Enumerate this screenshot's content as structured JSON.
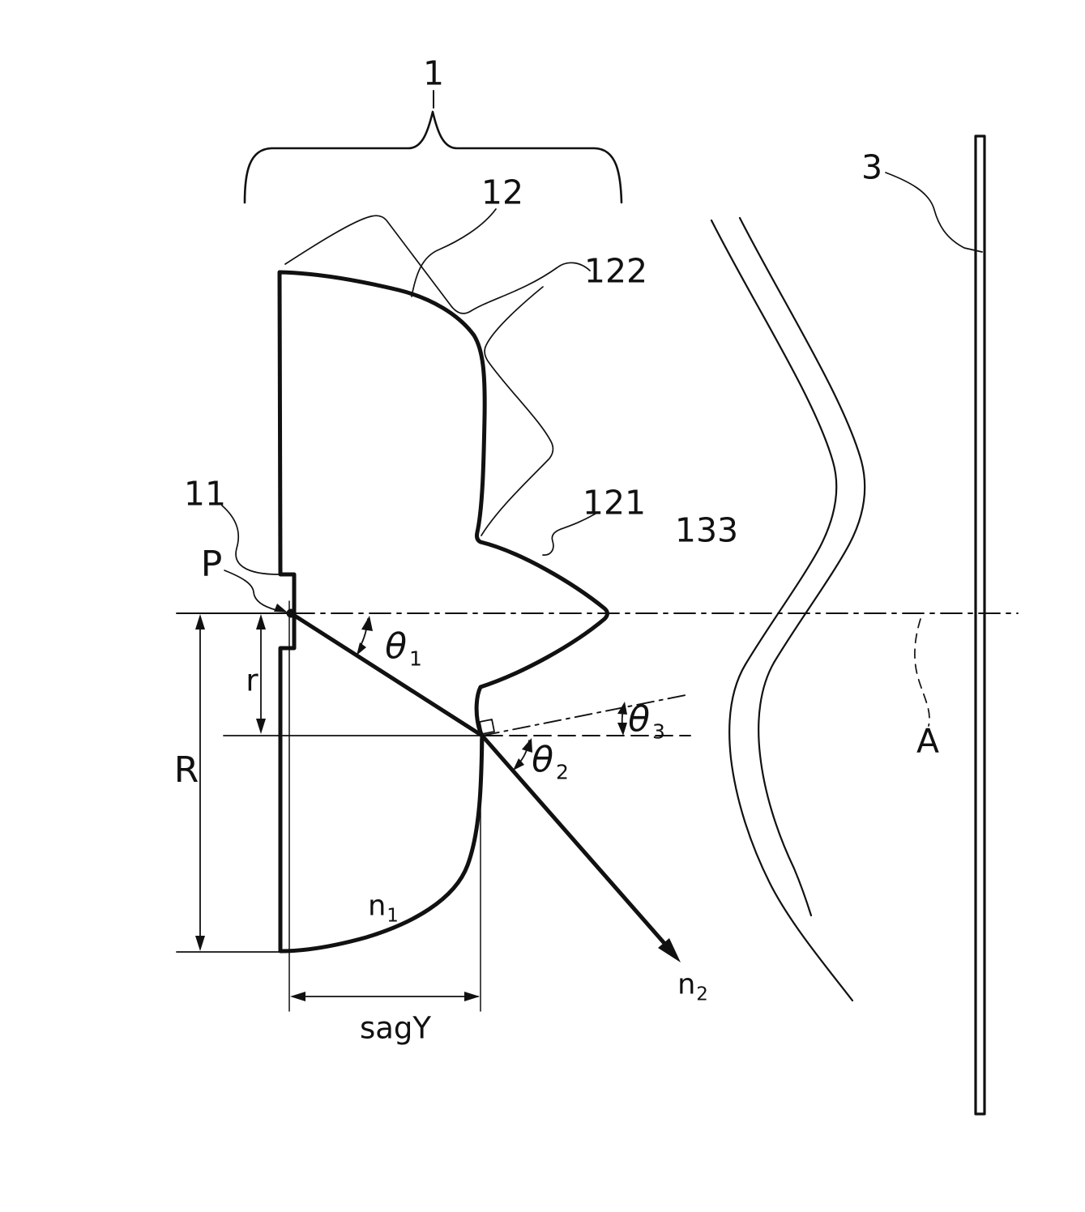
{
  "figure": {
    "type": "patent-lens-optical-diagram",
    "background_color": "#ffffff",
    "line_color": "#111111",
    "labels": {
      "lens_group": "1",
      "surface_12": "12",
      "surface_122": "122",
      "surface_121": "121",
      "region_133": "133",
      "element_11": "11",
      "point_p": "P",
      "plate_3": "3",
      "axis_a": "A",
      "radius_R": "R",
      "radius_r": "r",
      "sag_y": "sagY",
      "theta1": {
        "base": "θ",
        "sub": "1"
      },
      "theta2": {
        "base": "θ",
        "sub": "2"
      },
      "theta3": {
        "base": "θ",
        "sub": "3"
      },
      "n1": {
        "base": "n",
        "sub": "1"
      },
      "n2": {
        "base": "n",
        "sub": "2"
      }
    }
  }
}
